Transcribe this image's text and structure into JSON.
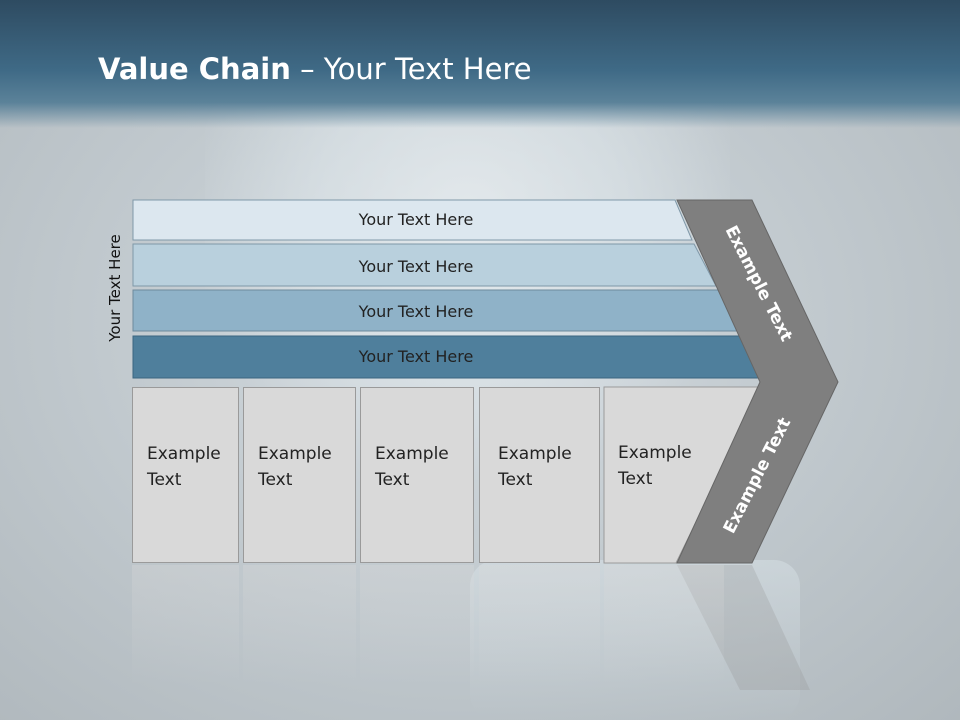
{
  "slide": {
    "title_bold": "Value Chain",
    "title_rest": " – Your Text Here",
    "side_label": "Your Text Here"
  },
  "support_bands": [
    {
      "label": "Your Text Here",
      "color": "#dce7ef"
    },
    {
      "label": "Your Text Here",
      "color": "#b9d0dd"
    },
    {
      "label": "Your Text Here",
      "color": "#8fb2c8"
    },
    {
      "label": "Your Text Here",
      "color": "#4f7f9c"
    }
  ],
  "primary_boxes": [
    {
      "line1": "Example",
      "line2": "Text"
    },
    {
      "line1": "Example",
      "line2": "Text"
    },
    {
      "line1": "Example",
      "line2": "Text"
    },
    {
      "line1": "Example",
      "line2": "Text"
    },
    {
      "line1": "Example",
      "line2": "Text"
    }
  ],
  "arrow": {
    "upper_label": "Example Text",
    "lower_label": "Example Text",
    "color": "#7f7f7f"
  }
}
